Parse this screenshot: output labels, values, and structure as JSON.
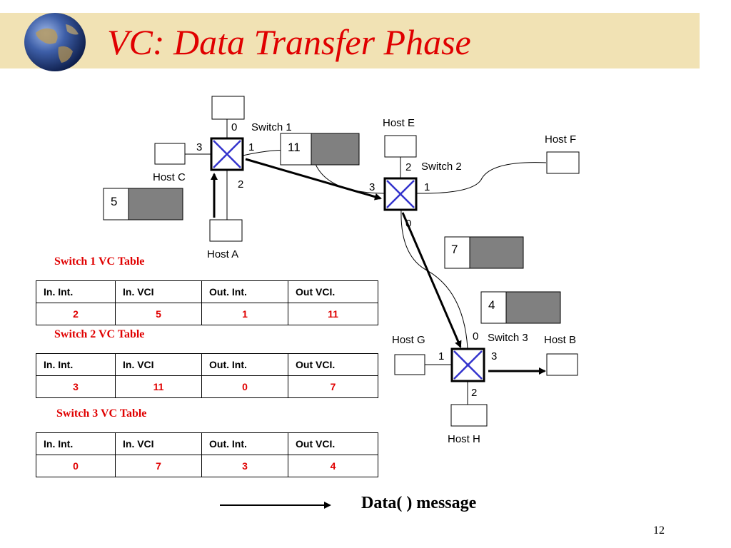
{
  "title": "VC: Data Transfer Phase",
  "page_number": "12",
  "legend": {
    "label": "Data( ) message"
  },
  "diagram": {
    "switches": [
      {
        "label": "Switch 1",
        "ports": {
          "top": "0",
          "left": "3",
          "right": "1",
          "bottom": "2"
        }
      },
      {
        "label": "Switch 2",
        "ports": {
          "top": "2",
          "left": "3",
          "right": "1",
          "bottom": "0"
        }
      },
      {
        "label": "Switch 3",
        "ports": {
          "top": "0",
          "left": "1",
          "right": "3",
          "bottom": "2"
        }
      }
    ],
    "hosts": {
      "a": "Host A",
      "b": "Host B",
      "c": "Host C",
      "e": "Host E",
      "f": "Host F",
      "g": "Host G",
      "h": "Host H"
    },
    "packets": [
      {
        "vci": "5"
      },
      {
        "vci": "11"
      },
      {
        "vci": "7"
      },
      {
        "vci": "4"
      }
    ]
  },
  "tables": [
    {
      "caption": "Switch 1 VC Table",
      "headers": [
        "In. Int.",
        "In. VCI",
        "Out. Int.",
        "Out VCI."
      ],
      "row": [
        "2",
        "5",
        "1",
        "11"
      ]
    },
    {
      "caption": "Switch 2 VC Table",
      "headers": [
        "In. Int.",
        "In. VCI",
        "Out. Int.",
        "Out VCI."
      ],
      "row": [
        "3",
        "11",
        "0",
        "7"
      ]
    },
    {
      "caption": "Switch 3 VC Table",
      "headers": [
        "In. Int.",
        "In. VCI",
        "Out. Int.",
        "Out VCI."
      ],
      "row": [
        "0",
        "7",
        "3",
        "4"
      ]
    }
  ],
  "colors": {
    "title": "#e00000",
    "band": "#f1e2b4",
    "switch_x": "#3333cc",
    "packet_fill": "#808080"
  }
}
